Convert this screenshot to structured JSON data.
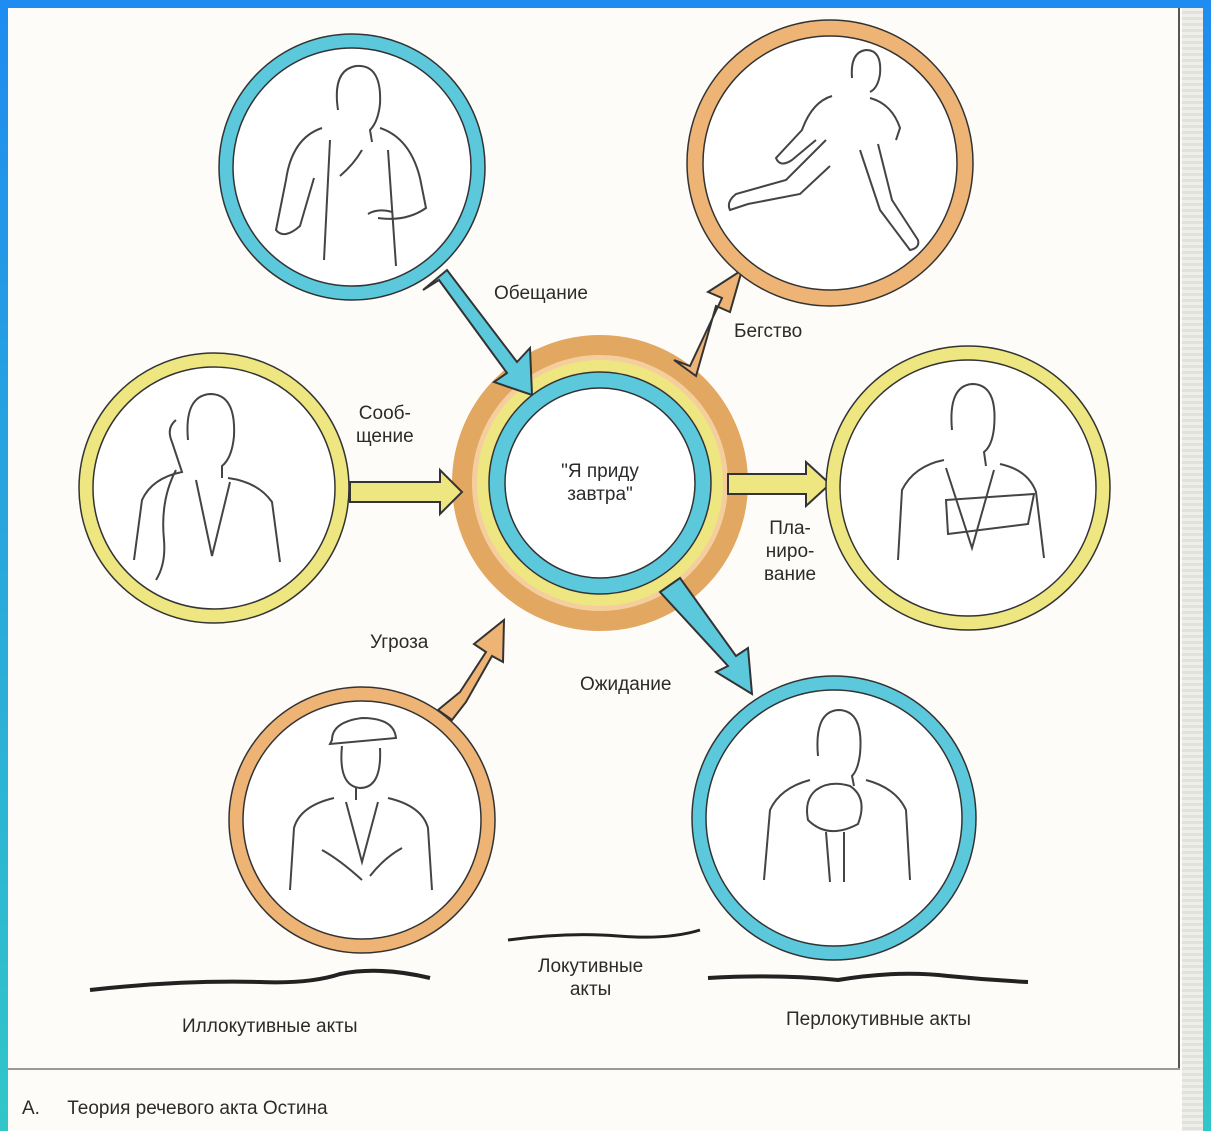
{
  "diagram": {
    "center_text": "\"Я приду\nзавтра\"",
    "arrow_labels": {
      "promise": "Обещание",
      "message": "Сооб-\nщение",
      "threat": "Угроза",
      "flight": "Бегство",
      "planning": "Пла-\nниро-\nвание",
      "expectation": "Ожидание"
    },
    "group_labels": {
      "illocutionary": "Иллокутивные акты",
      "locutionary": "Локутивные\nакты",
      "perlocutionary": "Перлокутивные акты"
    },
    "colors": {
      "blue_ring": "#5cc8dc",
      "yellow_ring": "#eee680",
      "orange_ring": "#edb476",
      "line": "#333333"
    }
  },
  "caption": {
    "letter": "A.",
    "text": "Теория речевого акта Остина"
  }
}
